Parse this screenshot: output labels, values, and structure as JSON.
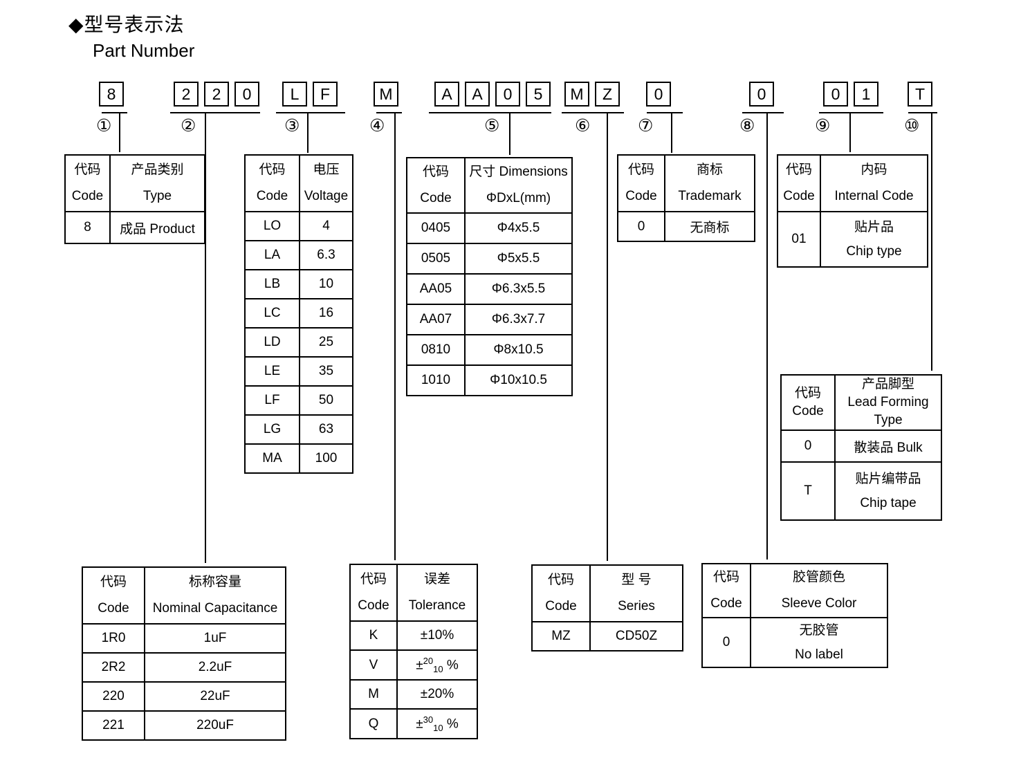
{
  "page": {
    "title_cn": "◆型号表示法",
    "title_en": "Part Number"
  },
  "part_number": {
    "segments": [
      {
        "circle": "①",
        "chars": [
          "8"
        ]
      },
      {
        "circle": "②",
        "chars": [
          "2",
          "2",
          "0"
        ]
      },
      {
        "circle": "③",
        "chars": [
          "L",
          "F"
        ]
      },
      {
        "circle": "④",
        "chars": [
          "M"
        ]
      },
      {
        "circle": "⑤",
        "chars": [
          "A",
          "A",
          "0",
          "5"
        ]
      },
      {
        "circle": "⑥",
        "chars": [
          "M",
          "Z"
        ]
      },
      {
        "circle": "⑦",
        "chars": [
          "0"
        ]
      },
      {
        "circle": "⑧",
        "chars": [
          "0"
        ]
      },
      {
        "circle": "⑨",
        "chars": [
          "0",
          "1"
        ]
      },
      {
        "circle": "⑩",
        "chars": [
          "T"
        ]
      }
    ]
  },
  "tables": {
    "type": {
      "h1_cn": "代码",
      "h1_en": "Code",
      "h2_cn": "产品类别",
      "h2_en": "Type",
      "rows": [
        {
          "code": "8",
          "value": "成品 Product"
        }
      ]
    },
    "capacitance": {
      "h1_cn": "代码",
      "h1_en": "Code",
      "h2_cn": "标称容量",
      "h2_en": "Nominal Capacitance",
      "rows": [
        {
          "code": "1R0",
          "value": "1uF"
        },
        {
          "code": "2R2",
          "value": "2.2uF"
        },
        {
          "code": "220",
          "value": "22uF"
        },
        {
          "code": "221",
          "value": "220uF"
        }
      ]
    },
    "voltage": {
      "h1_cn": "代码",
      "h1_en": "Code",
      "h2_cn": "电压",
      "h2_en": "Voltage",
      "rows": [
        {
          "code": "LO",
          "value": "4"
        },
        {
          "code": "LA",
          "value": "6.3"
        },
        {
          "code": "LB",
          "value": "10"
        },
        {
          "code": "LC",
          "value": "16"
        },
        {
          "code": "LD",
          "value": "25"
        },
        {
          "code": "LE",
          "value": "35"
        },
        {
          "code": "LF",
          "value": "50"
        },
        {
          "code": "LG",
          "value": "63"
        },
        {
          "code": "MA",
          "value": "100"
        }
      ]
    },
    "tolerance": {
      "h1_cn": "代码",
      "h1_en": "Code",
      "h2_cn": "误差",
      "h2_en": "Tolerance",
      "rows": [
        {
          "code": "K",
          "value": "±10%"
        },
        {
          "code": "V",
          "pm": "±",
          "sup": "20",
          "sub": "10",
          "pct": " %"
        },
        {
          "code": "M",
          "value": "±20%"
        },
        {
          "code": "Q",
          "pm": "±",
          "sup": "30",
          "sub": "10",
          "pct": " %"
        }
      ]
    },
    "dimensions": {
      "h1_cn": "代码",
      "h1_en": "Code",
      "h2_cn": "尺寸 Dimensions",
      "h2_en": "ΦDxL(mm)",
      "rows": [
        {
          "code": "0405",
          "value": "Φ4x5.5"
        },
        {
          "code": "0505",
          "value": "Φ5x5.5"
        },
        {
          "code": "AA05",
          "value": "Φ6.3x5.5"
        },
        {
          "code": "AA07",
          "value": "Φ6.3x7.7"
        },
        {
          "code": "0810",
          "value": "Φ8x10.5"
        },
        {
          "code": "1010",
          "value": "Φ10x10.5"
        }
      ]
    },
    "series": {
      "h1_cn": "代码",
      "h1_en": "Code",
      "h2_cn": "型 号",
      "h2_en": "Series",
      "rows": [
        {
          "code": "MZ",
          "value": "CD50Z"
        }
      ]
    },
    "trademark": {
      "h1_cn": "代码",
      "h1_en": "Code",
      "h2_cn": "商标",
      "h2_en": "Trademark",
      "rows": [
        {
          "code": "0",
          "value": "无商标"
        }
      ]
    },
    "sleeve": {
      "h1_cn": "代码",
      "h1_en": "Code",
      "h2_cn": "胶管颜色",
      "h2_en": "Sleeve Color",
      "rows": [
        {
          "code": "0",
          "value_cn": "无胶管",
          "value_en": "No label"
        }
      ]
    },
    "internal": {
      "h1_cn": "代码",
      "h1_en": "Code",
      "h2_cn": "内码",
      "h2_en": "Internal Code",
      "rows": [
        {
          "code": "01",
          "value_cn": "贴片品",
          "value_en": "Chip type"
        }
      ]
    },
    "lead": {
      "h1_cn": "代码",
      "h1_en": "Code",
      "h2_l1": "产品脚型",
      "h2_l2": "Lead Forming",
      "h2_l3": "Type",
      "rows": [
        {
          "code": "0",
          "value": "散装品 Bulk"
        },
        {
          "code": "T",
          "value_cn": "贴片编带品",
          "value_en": "Chip tape"
        }
      ]
    }
  },
  "colors": {
    "ink": "#000000",
    "background": "#ffffff"
  }
}
